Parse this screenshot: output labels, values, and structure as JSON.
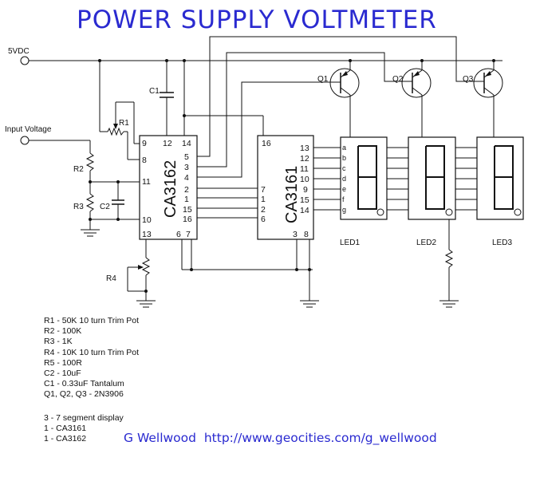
{
  "title": "POWER SUPPLY VOLTMETER",
  "terminals": {
    "supply": "5VDC",
    "input": "Input Voltage"
  },
  "components": {
    "r1": "R1",
    "r2": "R2",
    "r3": "R3",
    "r4": "R4",
    "c1": "C1",
    "c2": "C2",
    "q1": "Q1",
    "q2": "Q2",
    "q3": "Q3",
    "led1": "LED1",
    "led2": "LED2",
    "led3": "LED3"
  },
  "ic1": {
    "name": "CA3162",
    "pins_top": [
      "9",
      "12",
      "14"
    ],
    "pins_left": [
      "8",
      "11",
      "10",
      "13"
    ],
    "pins_right": [
      "5",
      "3",
      "4",
      "2",
      "1",
      "15",
      "16"
    ],
    "pins_bottom": [
      "6",
      "7"
    ]
  },
  "ic2": {
    "name": "CA3161",
    "pin_top": "16",
    "pins_left": [
      "7",
      "1",
      "2",
      "6"
    ],
    "pins_right": [
      "13",
      "12",
      "11",
      "10",
      "9",
      "15",
      "14"
    ],
    "pins_bottom": [
      "3",
      "8"
    ]
  },
  "segments": [
    "a",
    "b",
    "c",
    "d",
    "e",
    "f",
    "g"
  ],
  "parts_list": [
    "R1 - 50K 10 turn Trim Pot",
    "R2 - 100K",
    "R3 - 1K",
    "R4 - 10K 10 turn Trim Pot",
    "R5 - 100R",
    "C2 - 10uF",
    "C1 - 0.33uF Tantalum",
    "Q1, Q2, Q3 - 2N3906"
  ],
  "notes": [
    "3 - 7 segment display",
    "1 - CA3161",
    "1 - CA3162"
  ],
  "credit": "G Wellwood  http://www.geocities.com/g_wellwood"
}
